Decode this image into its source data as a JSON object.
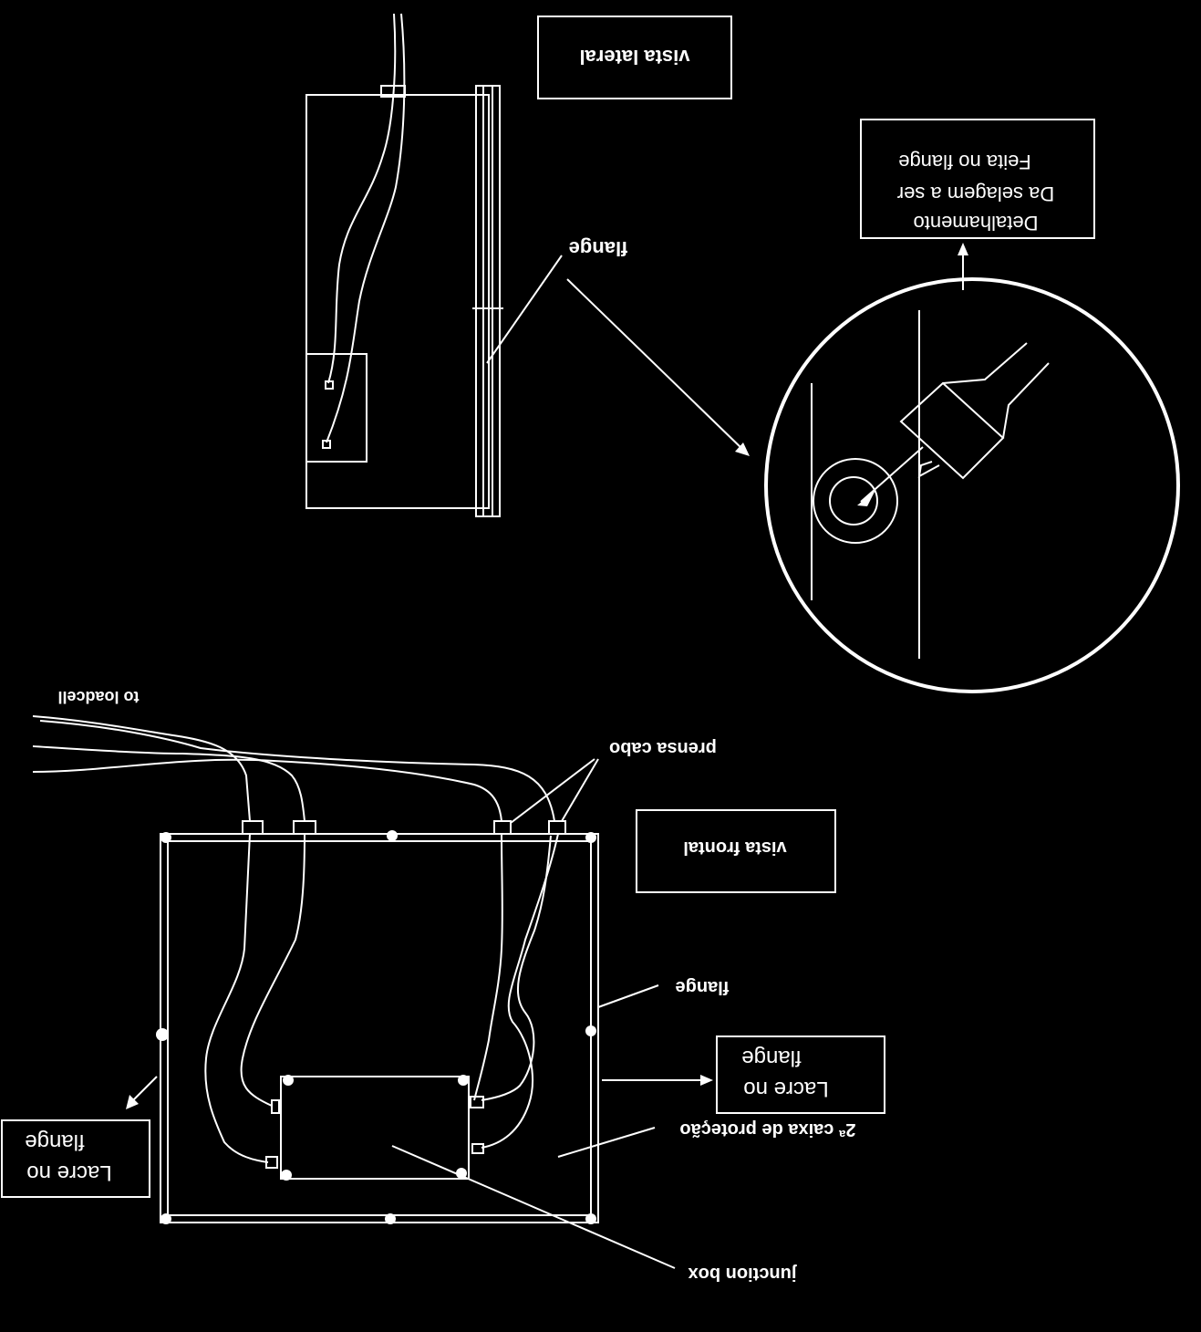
{
  "labels": {
    "vista_lateral": "vista lateral",
    "flange_top": "flange",
    "detail_line1": "Detalhamento",
    "detail_line2": "Da selagem a ser",
    "detail_line3": "Feita no flange",
    "to_loadcell": "to loadcell",
    "prensa_cabo": "prensa cabo",
    "vista_frontal": "vista frontal",
    "flange_front": "flange",
    "lacre_right_line1": "Lacre no",
    "lacre_right_line2": "flange",
    "caixa_protecao": "2ª caixa de proteção",
    "lacre_left_line1": "Lacre no",
    "lacre_left_line2": "flange",
    "junction_box": "junction box"
  },
  "colors": {
    "background": "#000000",
    "ink": "#ffffff"
  }
}
